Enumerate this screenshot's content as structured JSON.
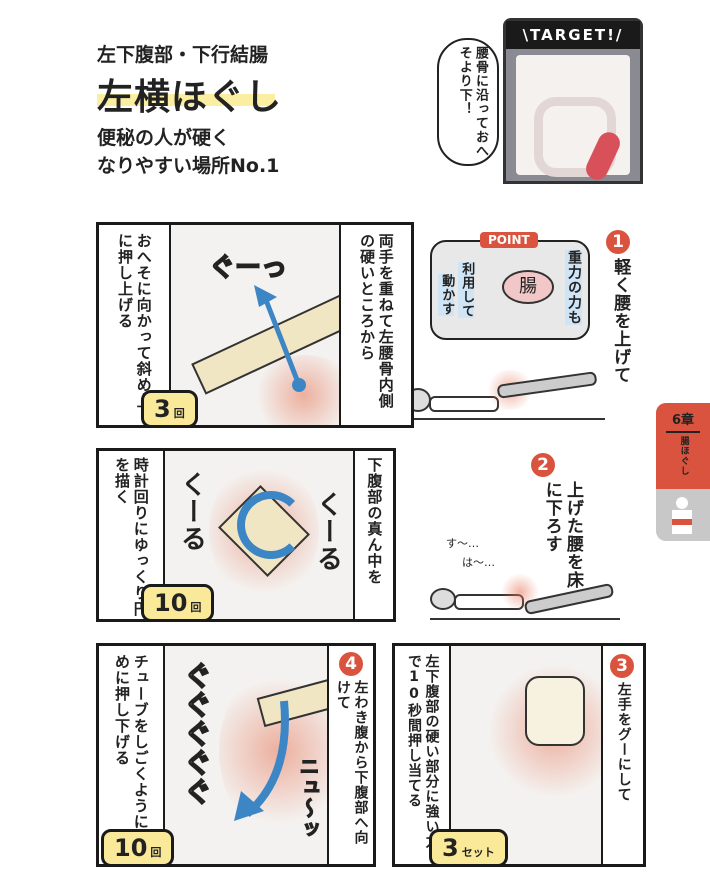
{
  "header": {
    "subtitle": "左下腹部・下行結腸",
    "title": "左横ほぐし",
    "description_line1": "便秘の人が硬く",
    "description_line2": "なりやすい場所No.1"
  },
  "target": {
    "label": "\\TARGET!/",
    "bubble": "腰骨に沿っておへそより下！"
  },
  "step1": {
    "number": "1",
    "text": "軽く腰を上げて",
    "point_label": "POINT",
    "point_col1": "重力の力も",
    "point_col2": "利用して",
    "point_col3": "動かす",
    "intestine": "腸"
  },
  "panel1": {
    "left_text": "おへそに向かって斜め上に押し上げる",
    "right_text": "両手を重ねて左腰骨内側の硬いところから",
    "count": "3",
    "unit": "回",
    "sfx": "ぐーっ"
  },
  "step2": {
    "number": "2",
    "text": "上げた腰を床に下ろす",
    "breath1": "す〜…",
    "breath2": "は〜…"
  },
  "panel2": {
    "left_text": "時計回りにゆっくり円を描く",
    "right_text": "下腹部の真ん中を",
    "count": "10",
    "unit": "回",
    "sfx_left": "くーる",
    "sfx_right": "くーる"
  },
  "panel4": {
    "number": "4",
    "right_text": "左わき腹から下腹部へ向けて",
    "left_text": "チューブをしごくように強めに押し下げる",
    "count": "10",
    "unit": "回",
    "sfx": "ぐぐぐぐぐ",
    "sfx2": "ニュ〜ッ"
  },
  "panel3": {
    "number": "3",
    "right_text": "左手をグーにして",
    "left_text": "左下腹部の硬い部分に強い力で10秒間押し当てる",
    "count": "3",
    "unit": "セット"
  },
  "side_tab": {
    "chapter": "6章",
    "title": "腸ほぐし"
  },
  "colors": {
    "accent": "#d9533f",
    "highlight": "#fbe99a",
    "arrow": "#3d86c6"
  }
}
